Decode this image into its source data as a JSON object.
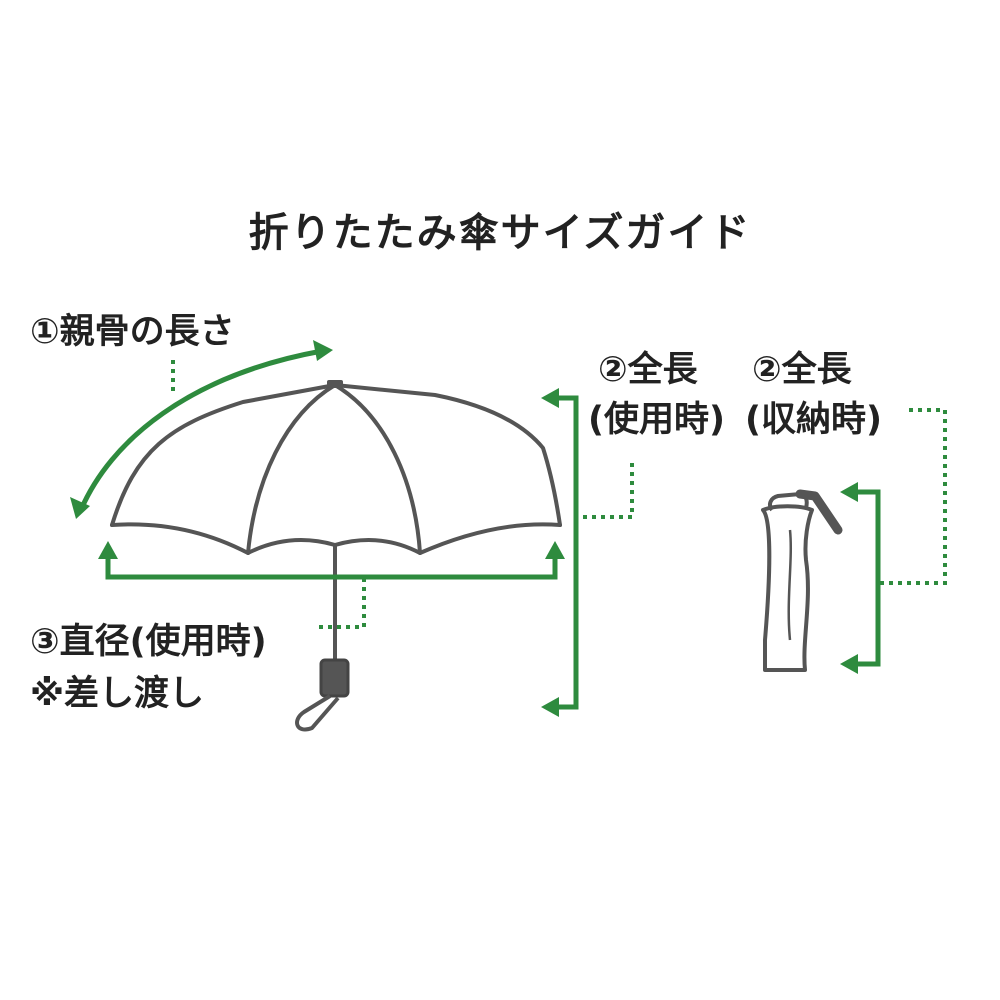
{
  "title": "折りたたみ傘サイズガイド",
  "labels": {
    "rib_length": "①親骨の長さ",
    "total_length_open": "②全長",
    "total_length_open_note": "(使用時)",
    "total_length_closed": "②全長",
    "total_length_closed_note": "(収納時)",
    "diameter": "③直径(使用時)",
    "diameter_note": "※差し渡し"
  },
  "colors": {
    "guide": "#2e8b3e",
    "outline": "#555555",
    "text": "#222222"
  }
}
